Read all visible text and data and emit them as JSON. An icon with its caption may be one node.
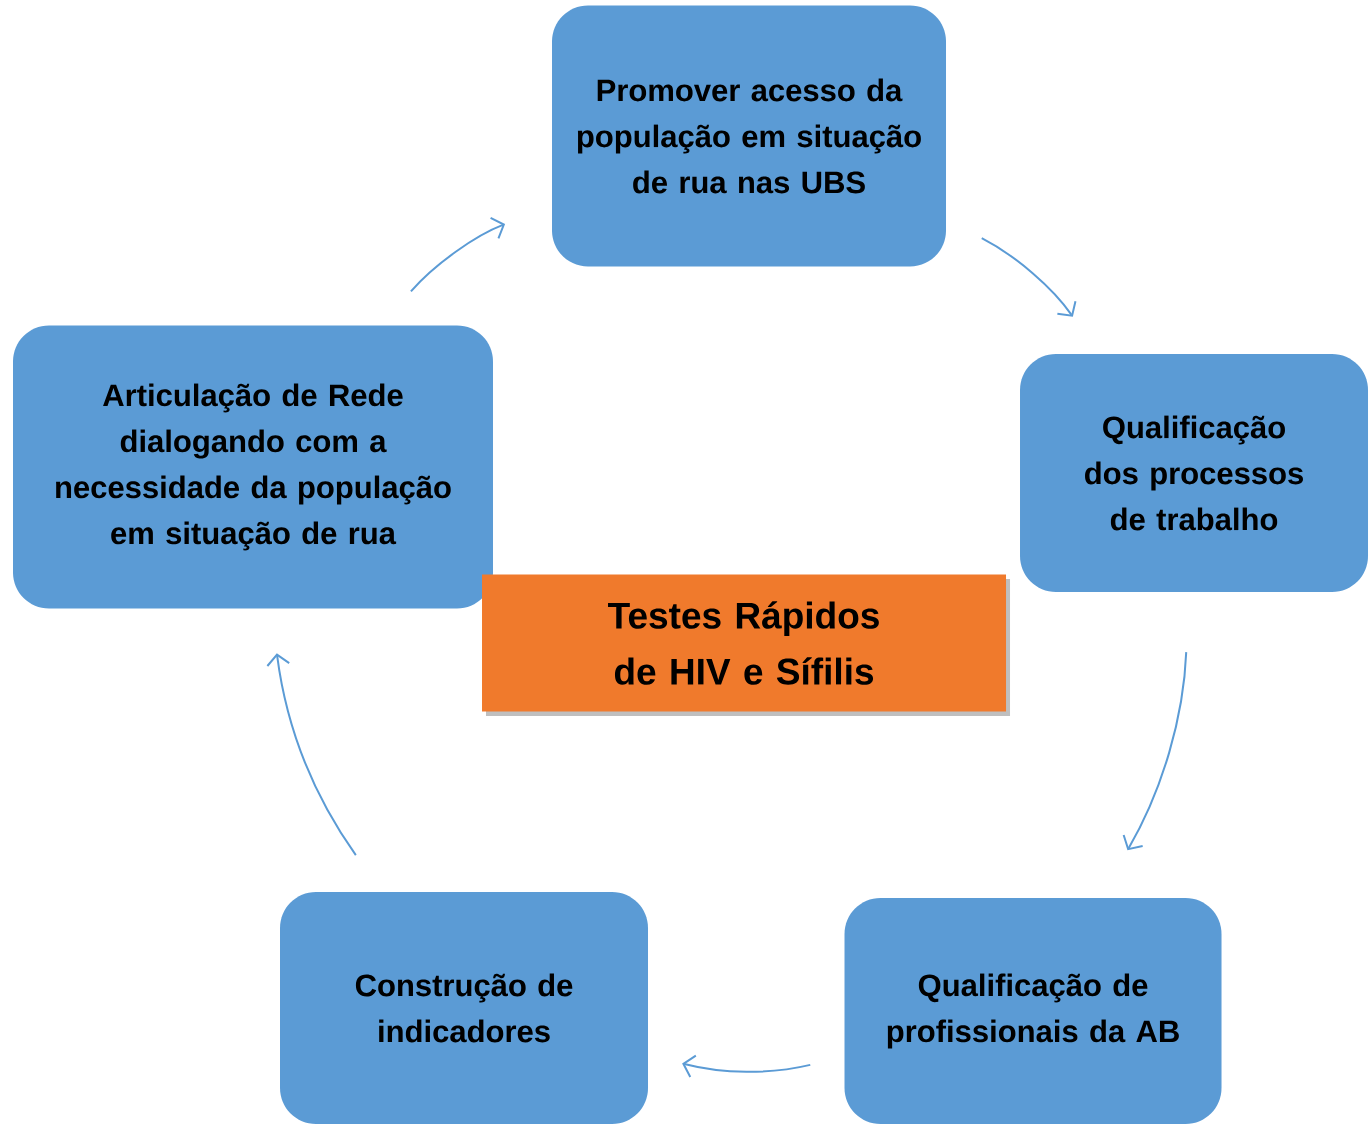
{
  "diagram": {
    "nodes": [
      {
        "text": [
          "Promover acesso da população em situação de rua nas UBS"
        ]
      },
      {
        "text": [
          "Qualificação dos processos de trabalho"
        ]
      },
      {
        "text": [
          "Qualificação de profissionais da AB"
        ]
      },
      {
        "text": [
          "Construção de indicadores"
        ]
      },
      {
        "text": [
          "Articulação de Rede dialogando com a necessidade da população em situação de rua"
        ]
      },
      {
        "text": [
          "Testes Rápidos de HIV e Sífilis"
        ]
      }
    ],
    "edges": [
      {
        "from": 0,
        "to": 1,
        "arrow": "to"
      },
      {
        "from": 1,
        "to": 2,
        "arrow": "to"
      },
      {
        "from": 2,
        "to": 3,
        "arrow": "to"
      },
      {
        "from": 3,
        "to": 4,
        "arrow": "to"
      },
      {
        "from": 4,
        "to": 0,
        "arrow": "to"
      }
    ]
  }
}
